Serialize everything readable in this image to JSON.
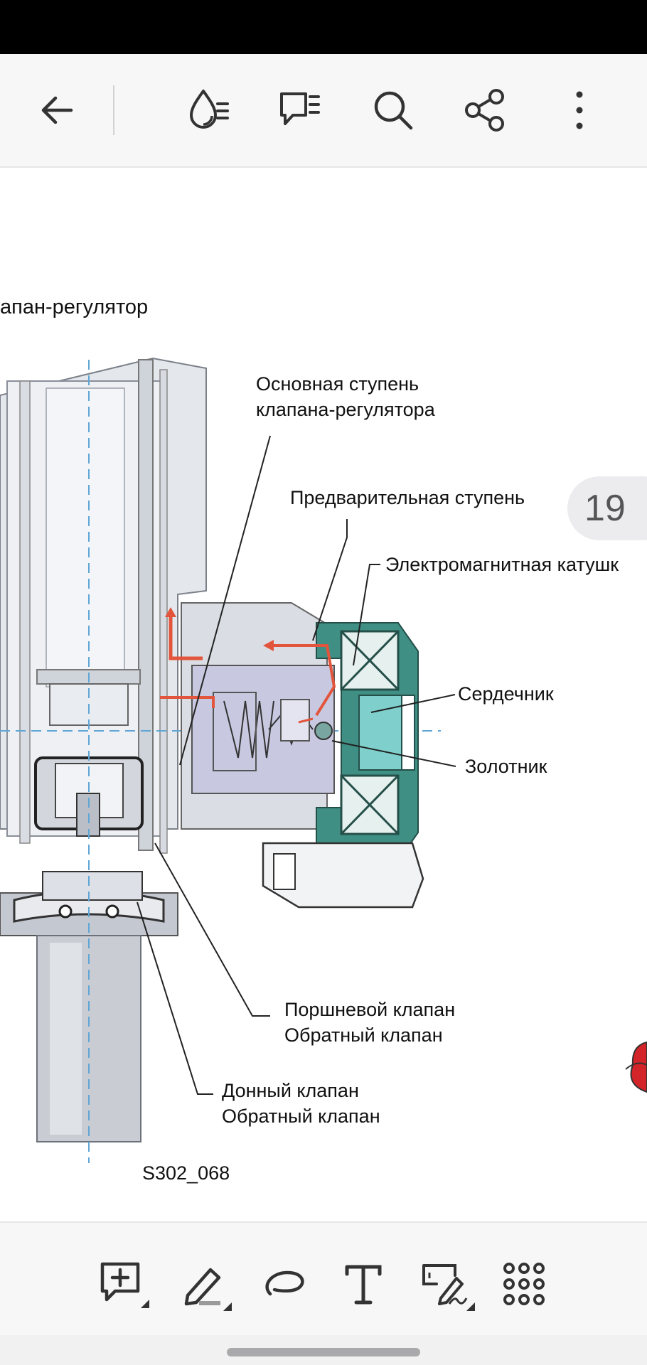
{
  "toolbar": {
    "back_icon": "arrow-left-icon",
    "reading_mode_icon": "droplet-lines-icon",
    "comments_icon": "comment-list-icon",
    "search_icon": "search-icon",
    "share_icon": "share-icon",
    "more_icon": "more-vertical-icon"
  },
  "document": {
    "heading": "апан-регулятор",
    "labels": {
      "main_stage": [
        "Основная ступень",
        "клапана-регулятора"
      ],
      "pre_stage": "Предварительная ступень",
      "coil": "Электромагнитная катушк",
      "core": "Сердечник",
      "spool": "Золотник",
      "piston_valve": [
        "Поршневой клапан",
        "Обратный клапан"
      ],
      "bottom_valve": [
        "Донный клапан",
        "Обратный клапан"
      ]
    },
    "figure_id": "S302_068",
    "page_number": "19"
  },
  "bottom_toolbar": {
    "add_comment_icon": "comment-plus-icon",
    "highlight_icon": "pen-highlight-icon",
    "lasso_icon": "lasso-icon",
    "text_icon": "text-tool-icon",
    "sign_icon": "signature-icon",
    "apps_icon": "grid-icon"
  },
  "colors": {
    "accent_teal": "#3f8f84",
    "flow_red": "#e2543b",
    "body_gray": "#c8ccd4",
    "axis_blue": "#5fa6d6"
  }
}
